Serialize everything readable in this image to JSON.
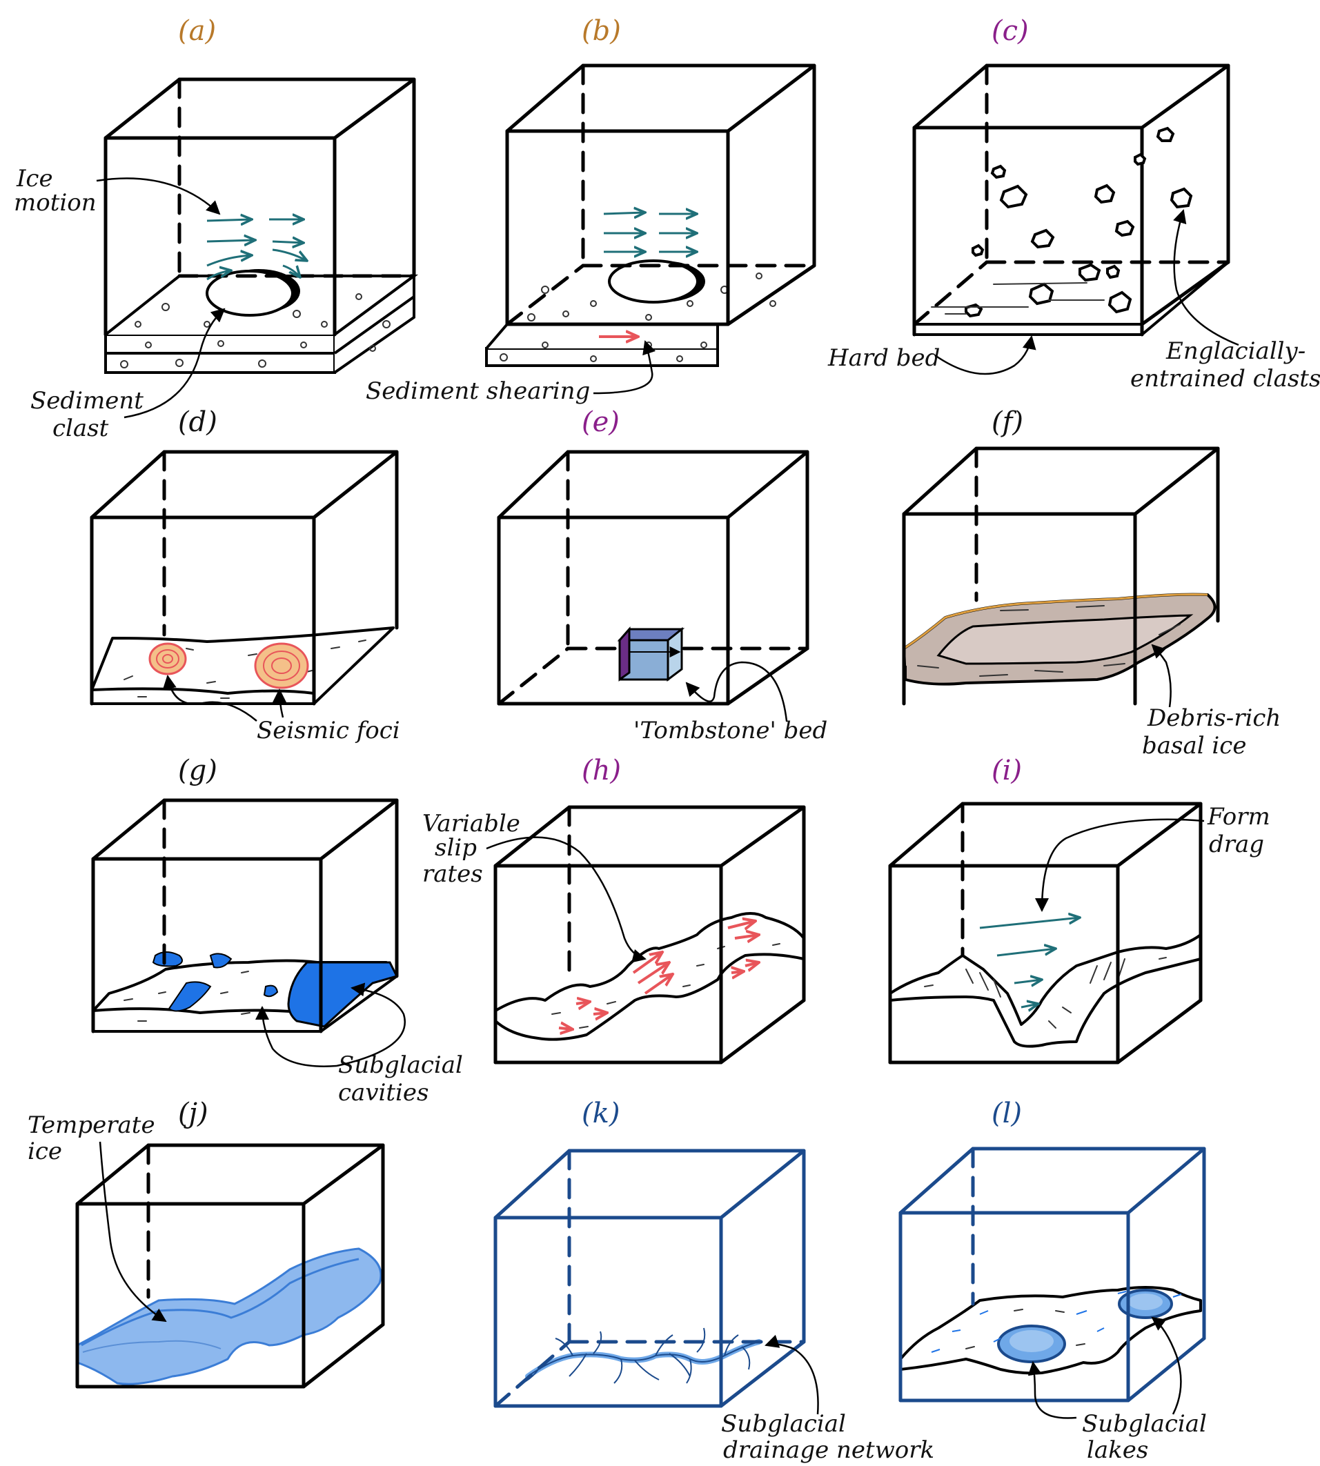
{
  "panels": [
    {
      "id": "a",
      "label": "(a)",
      "color": "#b8792a"
    },
    {
      "id": "b",
      "label": "(b)",
      "color": "#b8792a"
    },
    {
      "id": "c",
      "label": "(c)",
      "color": "#8a1f8a"
    },
    {
      "id": "d",
      "label": "(d)",
      "color": "#111111"
    },
    {
      "id": "e",
      "label": "(e)",
      "color": "#8a1f8a"
    },
    {
      "id": "f",
      "label": "(f)",
      "color": "#111111"
    },
    {
      "id": "g",
      "label": "(g)",
      "color": "#111111"
    },
    {
      "id": "h",
      "label": "(h)",
      "color": "#8a1f8a"
    },
    {
      "id": "i",
      "label": "(i)",
      "color": "#8a1f8a"
    },
    {
      "id": "j",
      "label": "(j)",
      "color": "#111111"
    },
    {
      "id": "k",
      "label": "(k)",
      "color": "#1b4a8c"
    },
    {
      "id": "l",
      "label": "(l)",
      "color": "#1b4a8c"
    }
  ],
  "annotations": {
    "ice_motion": [
      "Ice",
      "motion"
    ],
    "sediment_clast": [
      "Sediment",
      "clast"
    ],
    "sediment_shearing": "Sediment shearing",
    "hard_bed": "Hard bed",
    "englacial": [
      "Englacially-",
      "entrained clasts"
    ],
    "seismic_foci": "Seismic foci",
    "tombstone_bed": "'Tombstone' bed",
    "debris_rich": [
      "Debris-rich",
      "basal ice"
    ],
    "subglacial_cavities": [
      "Subglacial",
      "cavities"
    ],
    "variable_slip": [
      "Variable",
      "slip",
      "rates"
    ],
    "form_drag": [
      "Form",
      "drag"
    ],
    "temperate_ice": [
      "Temperate",
      "ice"
    ],
    "drainage_network": [
      "Subglacial",
      "drainage network"
    ],
    "subglacial_lakes": [
      "Subglacial",
      "lakes"
    ]
  },
  "colors": {
    "teal": "#1f6f78",
    "red": "#e8555a",
    "clast_fill": "#dcb9a0",
    "ice_blue": "#1e73e6",
    "light_blue": "#6fa8e8",
    "box_blue": "#1b4a8c"
  }
}
